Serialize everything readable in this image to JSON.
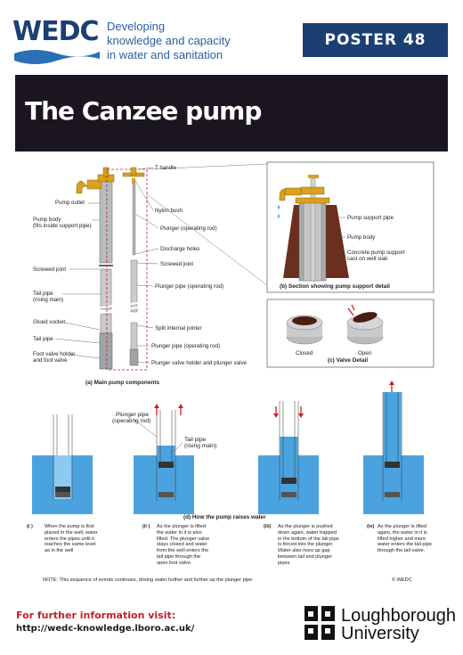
{
  "header": {
    "logo_text": "WEDC",
    "tagline": [
      "Developing",
      "knowledge and capacity",
      "in water and sanitation"
    ],
    "poster_label": "POSTER 48"
  },
  "title": "The Canzee pump",
  "main_components": {
    "caption": "(a) Main pump components",
    "left_labels": {
      "pump_outlet": "Pump outlet",
      "pump_body": "Pump body",
      "pump_body_note": "(fits inside support pipe)",
      "screwed_joint": "Screwed joint",
      "tail_pipe": "Tail pipe",
      "tail_pipe_note": "(rising main)",
      "glued_socket": "Glued socket",
      "tail_pipe_2": "Tail pipe",
      "foot_valve": "Foot valve holder",
      "foot_valve_2": "and foot valve"
    },
    "right_labels": {
      "t_handle": "T handle",
      "nylon_bush": "Nylon bush",
      "plunger_rod": "Plunger (operating rod)",
      "discharge_holes": "Discharge holes",
      "screwed_joint": "Screwed joint",
      "plunger_pipe": "Plunger pipe (operating rod)",
      "split_jointer": "Split internal jointer",
      "plunger_pipe_2": "Plunger pipe (operating rod)",
      "plunger_valve": "Plunger valve holder and plunger valve"
    }
  },
  "section_detail": {
    "caption": "(b) Section showing pump support detail",
    "labels": {
      "support_pipe": "Pump support pipe",
      "pump_body": "Pump body",
      "concrete": "Concrete pump support",
      "concrete_2": "cast on well slab"
    }
  },
  "valve_detail": {
    "caption": "(c) Valve Detail",
    "closed": "Closed",
    "open": "Open"
  },
  "raise_sequence": {
    "caption": "(d) How the pump raises water",
    "labels": {
      "plunger_pipe": "Plunger pipe",
      "plunger_pipe_2": "(operating rod)",
      "tail_pipe": "Tail pipe",
      "tail_pipe_2": "(rising main)"
    },
    "steps": [
      {
        "num": "(i )",
        "text": "When the pump is first placed in the well, water enters the pipes until it reaches the same level as in the well"
      },
      {
        "num": "(ii )",
        "text": "As the plunger is lifted the water in it is also lifted. The plunger valve stays closed and water from the well enters the tail pipe through the open foot valve."
      },
      {
        "num": "(iii)",
        "text": "As the plunger is pushed down again, water trapped in the bottom of the tail pipe is forced into the plunger. Water also rises up gap between tail and plunger pipes"
      },
      {
        "num": "(iv)",
        "text": "As the plunger is lifted again, the water in it is lifted higher and more water enters the tail pipe through the tail valve."
      }
    ],
    "note": "NOTE: This sequence of events continues, driving water further and further up the plunger pipe",
    "copyright": "© WEDC"
  },
  "footer": {
    "heading": "For further information visit:",
    "url": "http://wedc-knowledge.lboro.ac.uk/",
    "university_line1": "Loughborough",
    "university_line2": "University"
  },
  "colors": {
    "navy": "#1b3f73",
    "title_bg": "#1a1520",
    "water": "#4aa3df",
    "red": "#c8202a",
    "brass": "#d9a11e"
  }
}
